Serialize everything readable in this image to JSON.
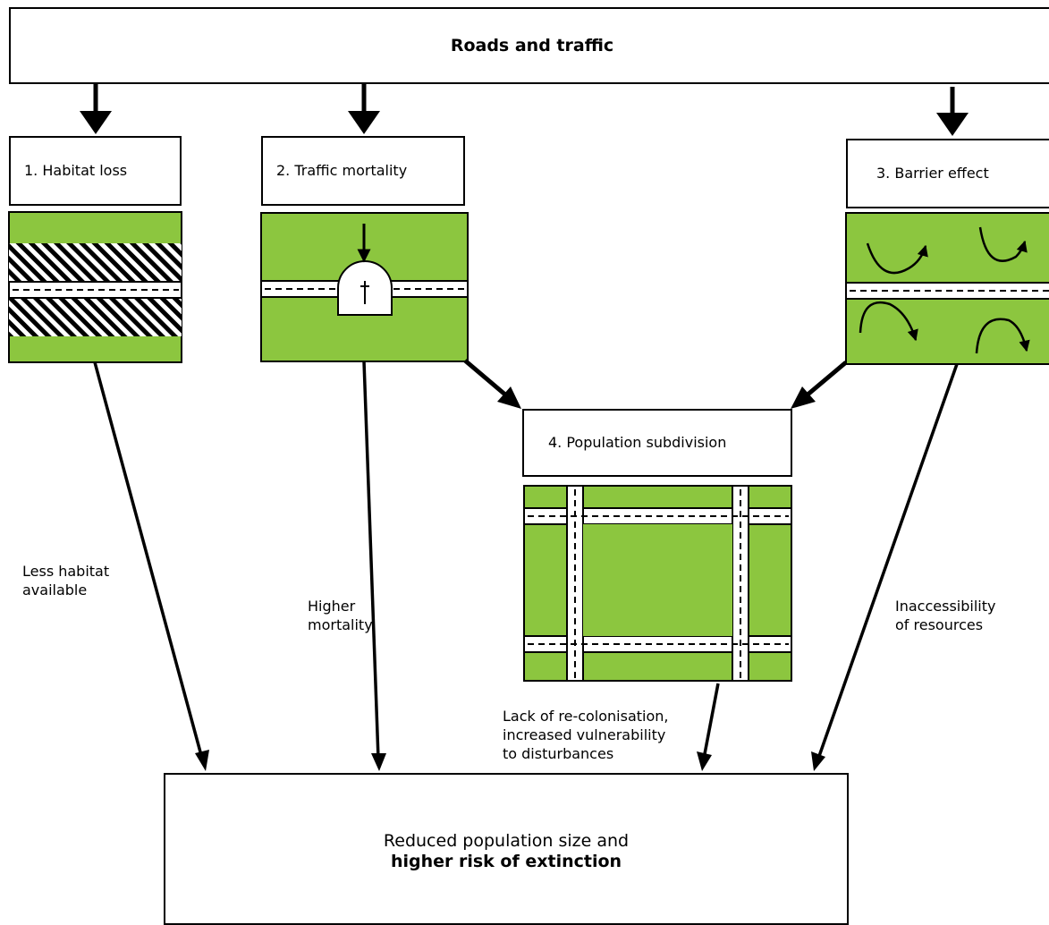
{
  "top": {
    "title": "Roads and traffic"
  },
  "boxes": [
    {
      "label": "1. Habitat loss"
    },
    {
      "label": "2. Traffic mortality"
    },
    {
      "label": "3. Barrier effect"
    },
    {
      "label": "4. Population subdivision"
    }
  ],
  "edges": {
    "less_habitat_1": "Less habitat",
    "less_habitat_2": "available",
    "higher_mortality_1": "Higher",
    "higher_mortality_2": "mortality",
    "recolonisation_1": "Lack of re-colonisation,",
    "recolonisation_2": "increased vulnerability",
    "recolonisation_3": "to disturbances",
    "inaccessibility_1": "Inaccessibility",
    "inaccessibility_2": "of resources"
  },
  "bottom": {
    "line1": "Reduced population size and",
    "line2": "higher risk of extinction"
  },
  "colors": {
    "habitat_green": "#8cc63f",
    "road": "#ffffff",
    "outline": "#000000"
  },
  "icons": [
    "cross-icon",
    "hatch-pattern",
    "curved-arrow-icon"
  ]
}
